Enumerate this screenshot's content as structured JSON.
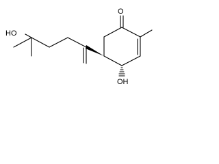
{
  "molecule": {
    "atoms": {
      "ketone_oxygen": "O",
      "ring_hydroxyl": "OH",
      "chain_hydroxyl": "HO"
    }
  },
  "colors": {
    "background": "#ffffff",
    "line": "#000000"
  }
}
